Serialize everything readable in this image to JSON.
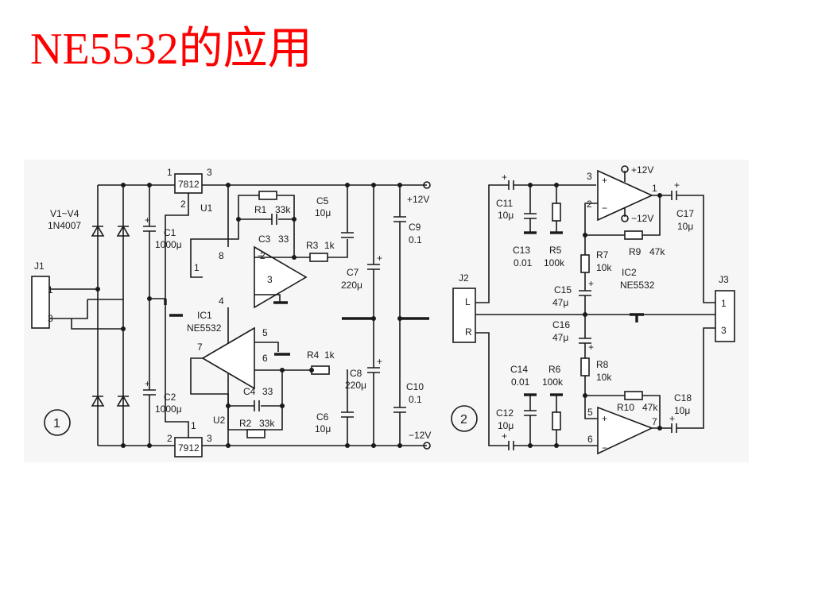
{
  "slide": {
    "title": "NE5532的应用"
  },
  "circuit1": {
    "number": "1",
    "labels": {
      "reg_u1": "7812",
      "reg_u2": "7912",
      "u1": "U1",
      "u2": "U2",
      "pin_u1_in": "1",
      "pin_u1_gnd": "2",
      "pin_u1_out": "3",
      "pin_u2_gnd": "1",
      "pin_u2_in": "2",
      "pin_u2_out": "3",
      "diodes": "V1~V4",
      "diode_type": "1N4007",
      "j1": "J1",
      "j1_pin1": "1",
      "j1_pin3": "3",
      "c1": "C1",
      "c1_val": "1000μ",
      "c2": "C2",
      "c2_val": "1000μ",
      "r1": "R1",
      "r1_val": "33k",
      "c3": "C3",
      "c3_val": "33",
      "r3": "R3",
      "r3_val": "1k",
      "c5": "C5",
      "c5_val": "10μ",
      "c7": "C7",
      "c7_val": "220μ",
      "c9": "C9",
      "c9_val": "0.1",
      "vpos": "+12V",
      "vneg": "−12V",
      "ic1": "IC1",
      "ic1_type": "NE5532",
      "pin8": "8",
      "pin2": "2",
      "pin1": "1",
      "pin3": "3",
      "pin4": "4",
      "pin5": "5",
      "pin6": "6",
      "pin7": "7",
      "r4": "R4",
      "r4_val": "1k",
      "c8": "C8",
      "c8_val": "220μ",
      "c10": "C10",
      "c10_val": "0.1",
      "c4": "C4",
      "c4_val": "33",
      "r2": "R2",
      "r2_val": "33k",
      "c6": "C6",
      "c6_val": "10μ"
    }
  },
  "circuit2": {
    "number": "2",
    "labels": {
      "j2": "J2",
      "j2_l": "L",
      "j2_r": "R",
      "j3": "J3",
      "j3_pin1": "1",
      "j3_pin3": "3",
      "c11": "C11",
      "c11_val": "10μ",
      "c13": "C13",
      "c13_val": "0.01",
      "r5": "R5",
      "r5_val": "100k",
      "r7": "R7",
      "r7_val": "10k",
      "r9": "R9",
      "r9_val": "47k",
      "ic2": "IC2",
      "ic2_type": "NE5532",
      "c15": "C15",
      "c15_val": "47μ",
      "c16": "C16",
      "c16_val": "47μ",
      "r8": "R8",
      "r8_val": "10k",
      "c14": "C14",
      "c14_val": "0.01",
      "r6": "R6",
      "r6_val": "100k",
      "c12": "C12",
      "c12_val": "10μ",
      "r10": "R10",
      "r10_val": "47k",
      "c17": "C17",
      "c17_val": "10μ",
      "c18": "C18",
      "c18_val": "10μ",
      "vpos": "+12V",
      "vneg": "−12V",
      "pin3": "3",
      "pin2": "2",
      "pin1": "1",
      "pin5": "5",
      "pin6": "6",
      "pin7": "7"
    }
  }
}
